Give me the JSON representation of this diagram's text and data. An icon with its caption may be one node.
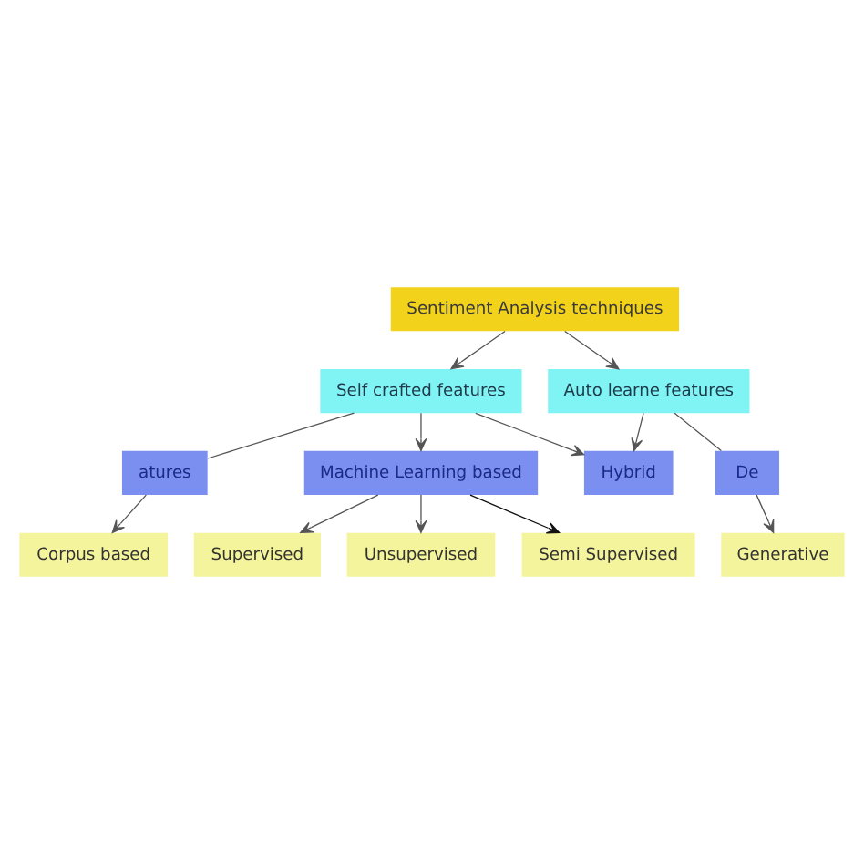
{
  "diagram": {
    "nodes": [
      {
        "text": [
          "Sentiment Analysis techniques"
        ]
      },
      {
        "text": [
          "Self crafted features"
        ]
      },
      {
        "text": [
          "Auto learne features"
        ]
      },
      {
        "text": [
          "atures"
        ]
      },
      {
        "text": [
          "Machine Learning based"
        ]
      },
      {
        "text": [
          "Hybrid"
        ]
      },
      {
        "text": [
          "De"
        ]
      },
      {
        "text": [
          "Corpus based"
        ]
      },
      {
        "text": [
          "Supervised"
        ]
      },
      {
        "text": [
          "Unsupervised"
        ]
      },
      {
        "text": [
          "Semi Supervised"
        ]
      },
      {
        "text": [
          "Generative"
        ]
      }
    ],
    "edges": [
      {
        "from": 0,
        "to": 1,
        "arrow": "to"
      },
      {
        "from": 0,
        "to": 2,
        "arrow": "to"
      },
      {
        "from": 1,
        "to": 3,
        "arrow": "none"
      },
      {
        "from": 1,
        "to": 4,
        "arrow": "to"
      },
      {
        "from": 1,
        "to": 5,
        "arrow": "to"
      },
      {
        "from": 2,
        "to": 5,
        "arrow": "to"
      },
      {
        "from": 2,
        "to": 6,
        "arrow": "none"
      },
      {
        "from": 3,
        "to": 7,
        "arrow": "to"
      },
      {
        "from": 4,
        "to": 8,
        "arrow": "to"
      },
      {
        "from": 4,
        "to": 9,
        "arrow": "to"
      },
      {
        "from": 4,
        "to": 10,
        "arrow": "to",
        "color": "#111111"
      },
      {
        "from": 6,
        "to": 11,
        "arrow": "to"
      }
    ]
  }
}
